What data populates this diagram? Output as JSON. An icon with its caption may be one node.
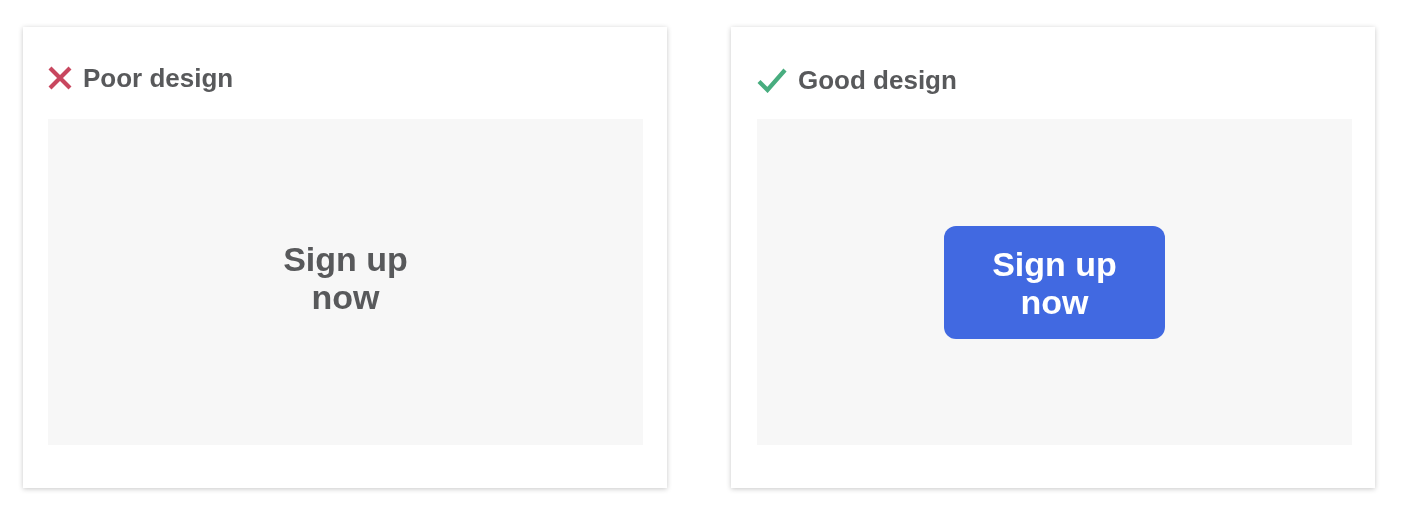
{
  "diagram": {
    "nodes": [
      {
        "text": [
          "Poor design"
        ]
      },
      {
        "text": [
          "Sign up now"
        ],
        "in": 0
      },
      {
        "text": [
          "Good design"
        ]
      },
      {
        "text": [],
        "shape": "box",
        "in": 2
      },
      {
        "text": [
          "Sign up now"
        ],
        "in": 3
      }
    ]
  }
}
